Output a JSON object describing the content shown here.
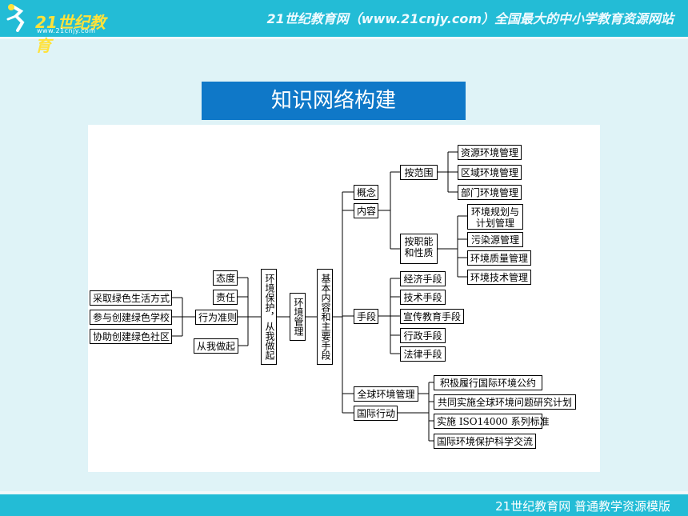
{
  "header": {
    "logo_text": "21世纪教育",
    "logo_url": "www.21cnjy.com",
    "slogan": "21世纪教育网（www.21cnjy.com）全国最大的中小学教育资源网站"
  },
  "title": "知识网络构建",
  "diagram": {
    "left": [
      "采取绿色生活方式",
      "参与创建绿色学校",
      "协助创建绿色社区"
    ],
    "action": "行为准则",
    "attitude": "态度",
    "responsibility": "责任",
    "start": "从我做起",
    "protect": "环境保护，从我做起",
    "manage": "环境管理",
    "basic": "基本内容和主要手段",
    "concept": "概念",
    "content": "内容",
    "by_scope": "按范围",
    "scope_items": [
      "资源环境管理",
      "区域环境管理",
      "部门环境管理"
    ],
    "by_function": "按职能和性质",
    "function_items": [
      "环境规划与计划管理",
      "污染源管理",
      "环境质量管理",
      "环境技术管理"
    ],
    "means": "手段",
    "means_items": [
      "经济手段",
      "技术手段",
      "宣传教育手段",
      "行政手段",
      "法律手段"
    ],
    "global": "全球环境管理",
    "intl": "国际行动",
    "intl_items": [
      "积极履行国际环境公约",
      "共同实施全球环境问题研究计划",
      "实施 ISO14000 系列标准",
      "国际环境保护科学交流"
    ]
  },
  "footer": {
    "text": "21世纪教育网    普通教学资源模版"
  }
}
